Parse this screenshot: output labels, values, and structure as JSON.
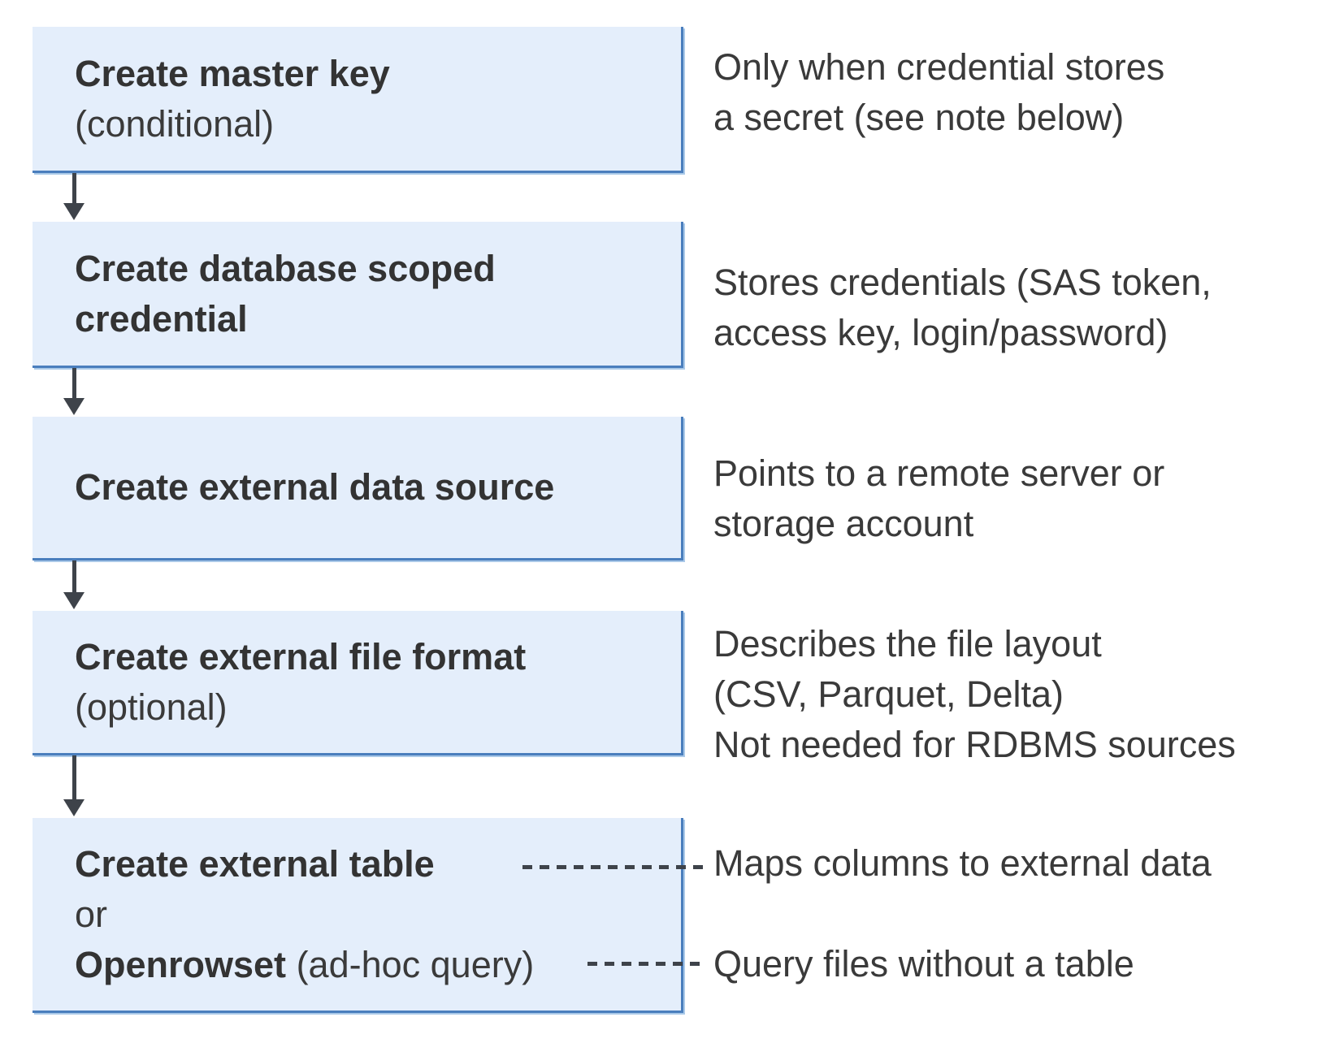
{
  "colors": {
    "background": "#ffffff",
    "box-fill": "#e4eefb",
    "box-border": "#4a7ebd",
    "box-border-light": "#aac9e8",
    "text": "#3a3a3a",
    "connector": "#3e434a"
  },
  "steps": [
    {
      "title": "Create master key",
      "subtitle": "(conditional)",
      "annotation_lines": [
        "Only when credential stores",
        "a secret (see note below)"
      ]
    },
    {
      "title": "Create database scoped credential",
      "annotation_lines": [
        "Stores credentials (SAS token,",
        "access key, login/password)"
      ]
    },
    {
      "title": "Create external data source",
      "annotation_lines": [
        "Points to a remote server or",
        "storage account"
      ]
    },
    {
      "title": "Create external file format",
      "subtitle": "(optional)",
      "annotation_lines": [
        "Describes the file layout",
        "(CSV, Parquet, Delta)",
        "Not needed for RDBMS sources"
      ]
    },
    {
      "title": "Create external table",
      "conjunction": "or",
      "alt_title": "Openrowset",
      "alt_suffix": "(ad-hoc query)",
      "annotations": {
        "table": "Maps columns to external data",
        "openrowset": "Query files without a table"
      }
    }
  ]
}
